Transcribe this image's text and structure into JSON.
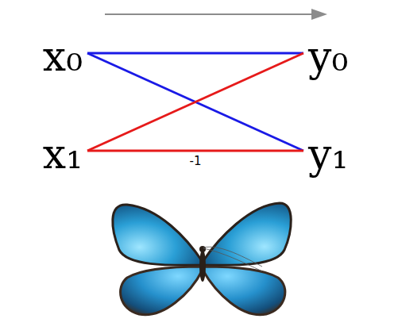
{
  "diagram": {
    "nodes": [
      {
        "text": [
          "x₀"
        ]
      },
      {
        "text": [
          "x₁"
        ]
      },
      {
        "text": [
          "y₀"
        ]
      },
      {
        "text": [
          "y₁"
        ]
      }
    ],
    "edges": [
      {
        "from": 0,
        "to": 2,
        "arrow": "none"
      },
      {
        "from": 0,
        "to": 3,
        "arrow": "none"
      },
      {
        "from": 1,
        "to": 2,
        "arrow": "none"
      },
      {
        "from": 1,
        "to": 3,
        "label": "-1",
        "arrow": "none"
      }
    ]
  }
}
